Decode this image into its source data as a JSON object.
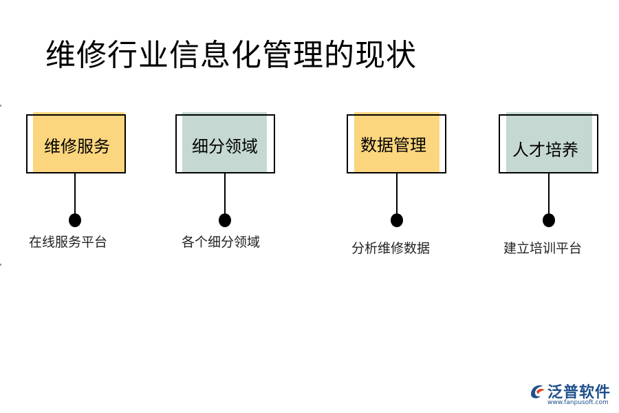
{
  "title": "维修行业信息化管理的现状",
  "colors": {
    "yellow": "#fcd67e",
    "teal": "#c5d8d2",
    "brand": "#1f4f8c",
    "logo_accent": "#e1431f"
  },
  "nodes": [
    {
      "label": "维修服务",
      "caption": "在线服务平台",
      "color": "yellow"
    },
    {
      "label": "细分领域",
      "caption": "各个细分领域",
      "color": "teal"
    },
    {
      "label": "数据管理",
      "caption": "分析维修数据",
      "color": "yellow"
    },
    {
      "label": "人才培养",
      "caption": "建立培训平台",
      "color": "teal"
    }
  ],
  "logo": {
    "name": "泛普软件",
    "url": "www.fanpusoft.com"
  }
}
